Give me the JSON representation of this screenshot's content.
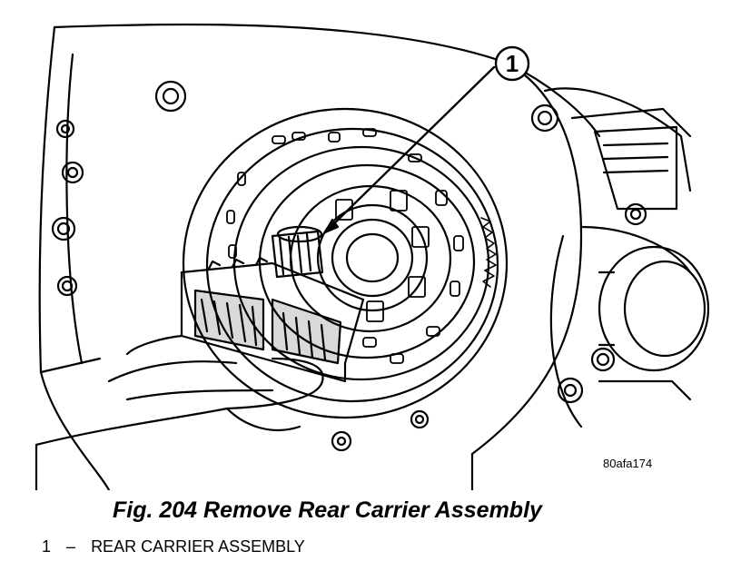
{
  "callout": {
    "number": "1"
  },
  "image_code": "80afa174",
  "figure": {
    "caption": "Fig. 204 Remove Rear Carrier Assembly"
  },
  "legend": [
    {
      "number": "1",
      "dash": "–",
      "label": "REAR CARRIER ASSEMBLY"
    }
  ]
}
